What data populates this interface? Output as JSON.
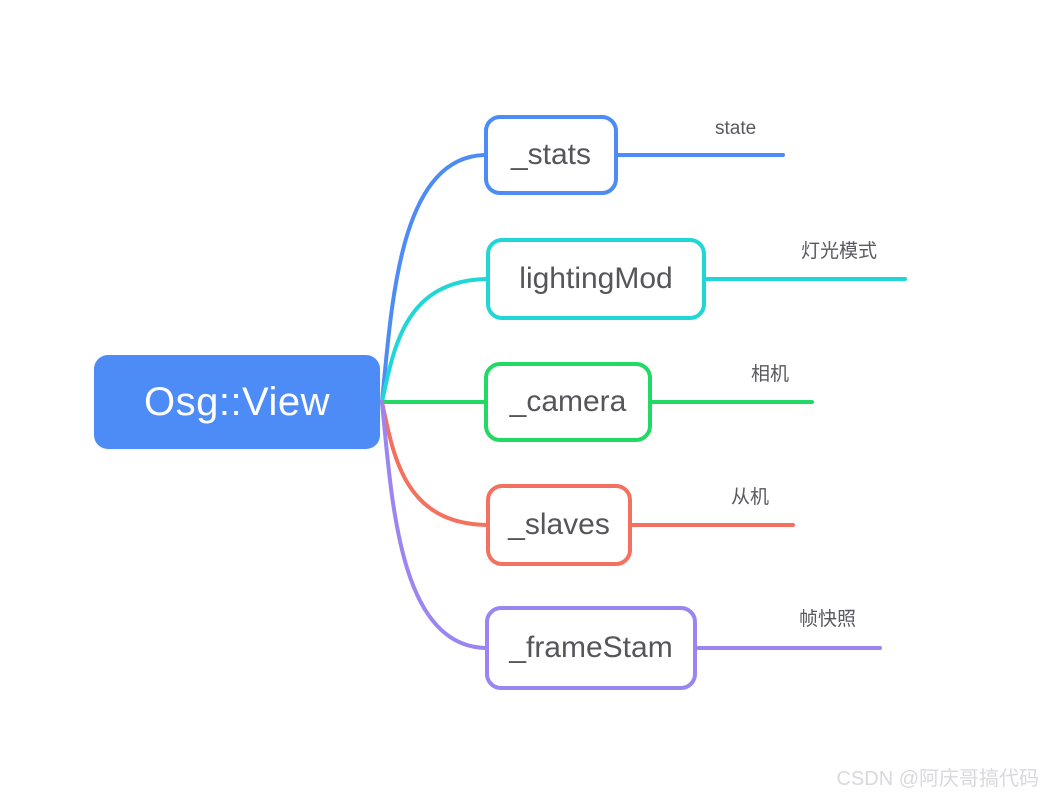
{
  "diagram": {
    "type": "mindmap",
    "background": "#ffffff",
    "root": {
      "label": "Osg::View",
      "fill": "#4d8cf6",
      "text_color": "#ffffff"
    },
    "branches": [
      {
        "node_label": "_stats",
        "edge_label": "state",
        "color": "#4d8cf6"
      },
      {
        "node_label": "lightingMod",
        "edge_label": "灯光模式",
        "color": "#20d6d6"
      },
      {
        "node_label": "_camera",
        "edge_label": "相机",
        "color": "#21d964"
      },
      {
        "node_label": "_slaves",
        "edge_label": "从机",
        "color": "#f4705f"
      },
      {
        "node_label": "_frameStam",
        "edge_label": "帧快照",
        "color": "#9b85f0"
      }
    ]
  },
  "watermark": {
    "text": "CSDN @阿庆哥搞代码"
  }
}
